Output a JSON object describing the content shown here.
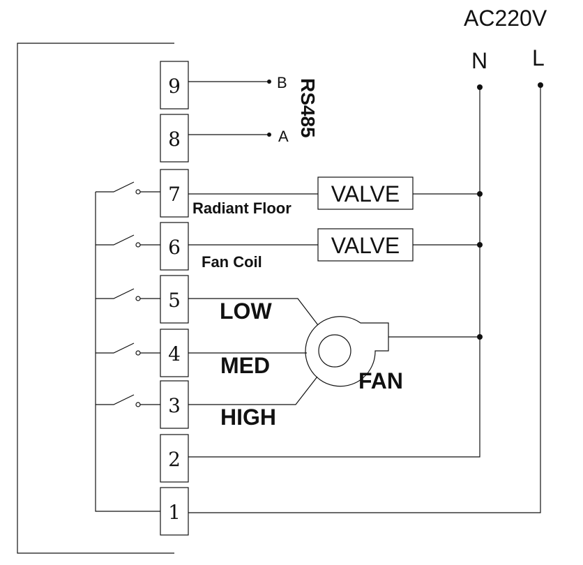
{
  "supply": {
    "label": "AC220V",
    "neutral": "N",
    "live": "L"
  },
  "rs485": {
    "label": "RS485",
    "b": "B",
    "a": "A"
  },
  "terminals": [
    "9",
    "8",
    "7",
    "6",
    "5",
    "4",
    "3",
    "2",
    "1"
  ],
  "valves": [
    {
      "label": "VALVE",
      "zone": "Radiant Floor"
    },
    {
      "label": "VALVE",
      "zone": "Fan Coil"
    }
  ],
  "fan": {
    "label": "FAN",
    "speeds": [
      "LOW",
      "MED",
      "HIGH"
    ]
  }
}
